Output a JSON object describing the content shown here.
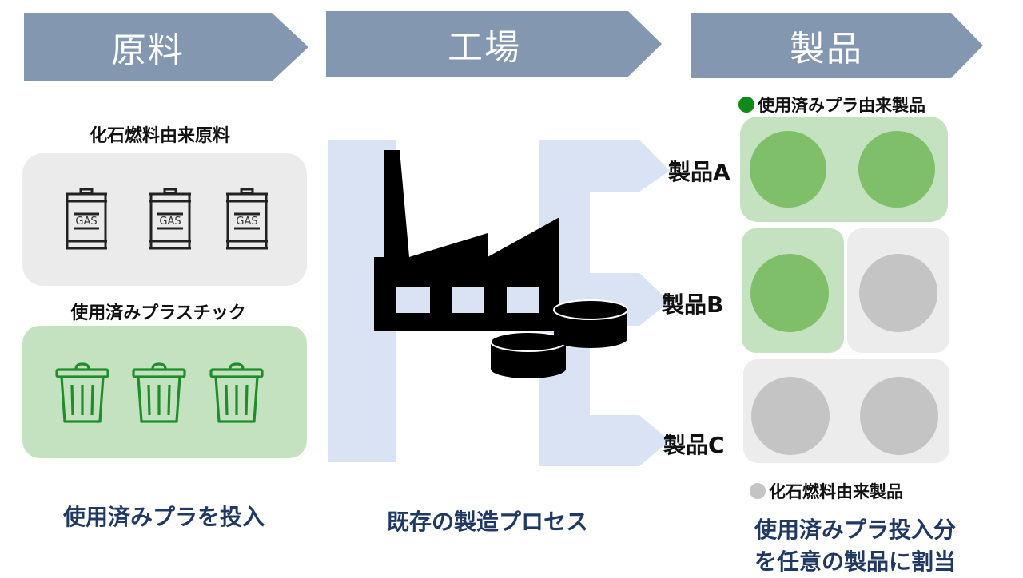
{
  "headers": {
    "raw": "原料",
    "factory": "工場",
    "products": "製品"
  },
  "raw_materials": {
    "fossil_label": "化石燃料由来原料",
    "barrel_text": "GAS",
    "recycled_label": "使用済みプラスチック"
  },
  "products": {
    "legend_recycled": "使用済みプラ由来製品",
    "legend_fossil": "化石燃料由来製品",
    "product_a": "製品A",
    "product_b": "製品B",
    "product_c": "製品C"
  },
  "footer": {
    "left": "使用済みプラを投入",
    "middle": "既存の製造プロセス",
    "right": "使用済みプラ投入分\nを任意の製品に割当"
  },
  "colors": {
    "header_arrow": "#8497b0",
    "flow": "#dae3f3",
    "recycled_green": "#0e8a16",
    "fossil_grey": "#c4c4c4",
    "footer_text": "#1f3864"
  }
}
